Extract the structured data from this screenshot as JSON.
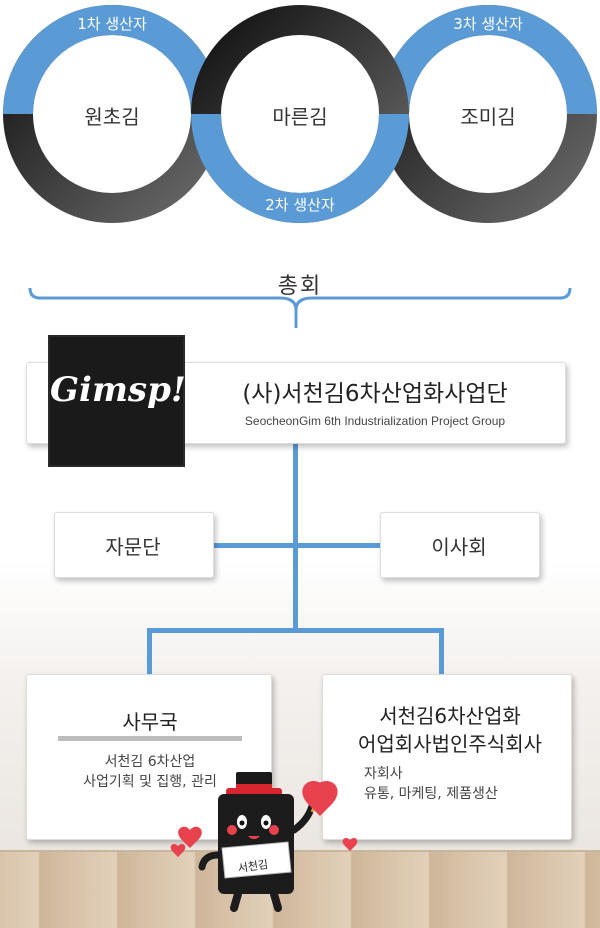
{
  "cycle": {
    "products": [
      "원초김",
      "마른김",
      "조미김"
    ],
    "stages": [
      "1차 생산자",
      "2차 생산자",
      "3차 생산자"
    ],
    "colors": {
      "blue": "#5b9bd5",
      "dark": "#2b2b2b"
    }
  },
  "general_meeting": "총회",
  "logo": {
    "text": "Gimsp!"
  },
  "main_org": {
    "title": "(사)서천김6차산업화사업단",
    "subtitle": "SeocheonGim 6th Industrialization Project Group"
  },
  "advisory": "자문단",
  "board": "이사회",
  "secretariat": {
    "title": "사무국",
    "desc": [
      "서천김 6차산업",
      "사업기획 및 집행, 관리"
    ]
  },
  "corporation": {
    "title": [
      "서천김6차산업화",
      "어업회사법인주식회사"
    ],
    "desc": [
      "자회사",
      "유통, 마케팅, 제품생산"
    ]
  },
  "mascot": {
    "name": "서천김",
    "icon": "seaweed-mascot-icon"
  }
}
